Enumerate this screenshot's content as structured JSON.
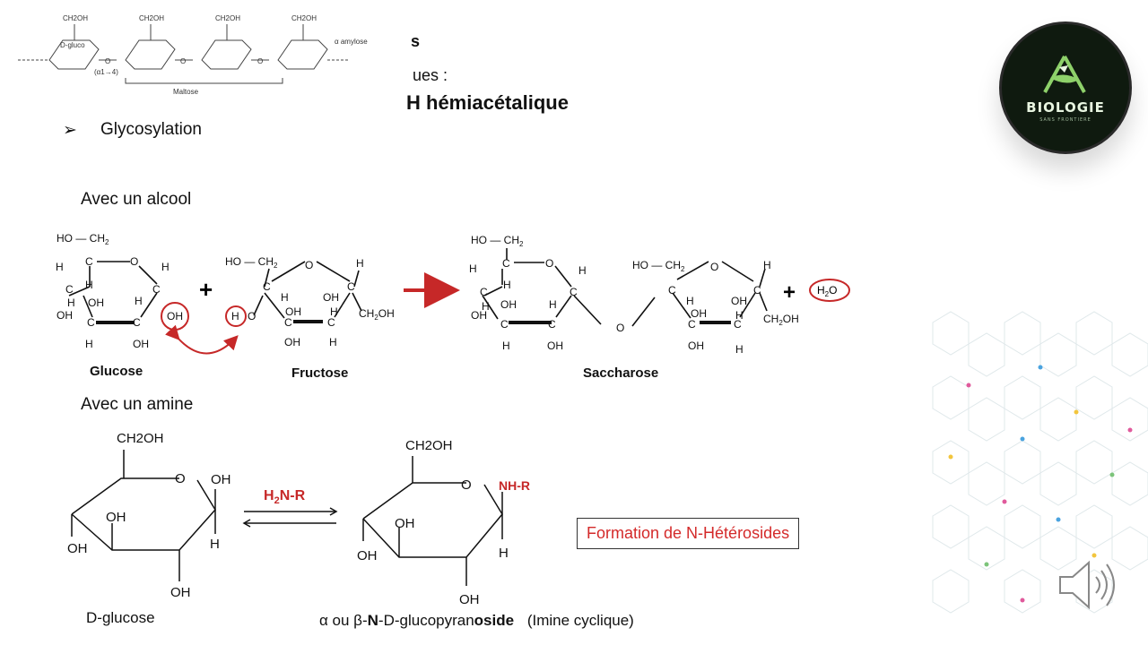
{
  "top_amylose_figure": {
    "ring_labels": [
      "CH2OH",
      "CH2OH",
      "CH2OH",
      "CH2OH"
    ],
    "d_glucose_label": "D-gluco",
    "o_label": "O",
    "linkage": "(α1→4)",
    "amylose": "α amylose",
    "maltose": "Maltose"
  },
  "header": {
    "partial_s": "s",
    "partial_ues": "ues :",
    "partial_bold": "H hémiacétalique"
  },
  "bullet": {
    "symbol": "➢",
    "text": "Glycosylation"
  },
  "section_alcool": {
    "heading": "Avec un alcool",
    "glucose_name": "Glucose",
    "fructose_name": "Fructose",
    "saccharose_name": "Saccharose",
    "plus": "+",
    "water": "H2O",
    "atoms": {
      "ho_ch2": "HO — CH",
      "sub2": "2",
      "c": "C",
      "o": "O",
      "h": "H",
      "oh": "OH",
      "ch2oh": "CH",
      "oh_tail": "OH"
    }
  },
  "section_amine": {
    "heading": "Avec un amine",
    "reagent": "H2N-R",
    "ch2oh": "CH2OH",
    "o": "O",
    "oh": "OH",
    "h": "H",
    "nhr": "NH-R",
    "d_glucose": "D-glucose",
    "product_name_prefix": "α ou β-",
    "product_name_bold_n": "N",
    "product_name_mid": "-D-glucopyran",
    "product_name_bold_oside": "oside",
    "product_name_suffix": "(Imine cyclique)",
    "formation_box": "Formation de N-Hétérosides"
  },
  "logo": {
    "title": "BIOLOGIE",
    "subtitle": "SANS FRONTIERE"
  },
  "colors": {
    "accent_red": "#d42a2a",
    "logo_bg": "#0f1a0f",
    "logo_green": "#8ed16a"
  },
  "icons": [
    "speaker-icon",
    "bullet-arrow-icon",
    "reaction-arrow-icon",
    "equilibrium-arrows-icon",
    "biology-logo-icon"
  ]
}
